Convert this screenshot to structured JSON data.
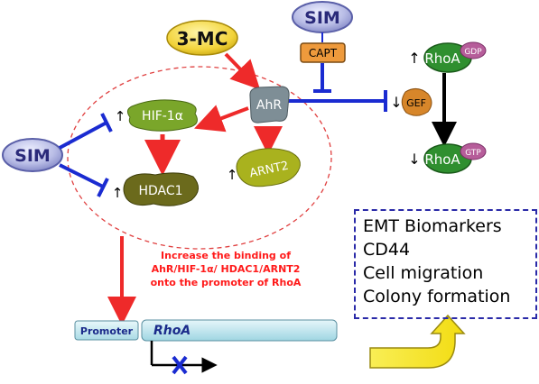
{
  "nodes": {
    "sim_top": "SIM",
    "sim_left": "SIM",
    "capt": "CAPT",
    "mc3": "3-MC",
    "ahr": "AhR",
    "hif1a": "HIF-1α",
    "hdac1": "HDAC1",
    "arnt2": "ARNT2",
    "gef": "GEF",
    "rhoa_top": "RhoA",
    "rhoa_top_sup": "GDP",
    "rhoa_bottom": "RhoA",
    "rhoa_bottom_sup": "GTP"
  },
  "note": {
    "line1": "Increase the binding of",
    "line2": "AhR/HIF-1α/ HDAC1/ARNT2",
    "line3": "onto the promoter of RhoA"
  },
  "gene": {
    "promoter": "Promoter",
    "name": "RhoA"
  },
  "outcomes": {
    "items": [
      "EMT Biomarkers",
      "CD44",
      "Cell migration",
      "Colony formation"
    ]
  },
  "arrows": {
    "up": "↑",
    "down": "↓"
  },
  "colors": {
    "sim_fill": "#b9bde6",
    "sim_text": "#2a2a7a",
    "mc3_fill": "#f2d33a",
    "capt_fill": "#ee9a3c",
    "ahr_fill": "#7e8e96",
    "hif_fill": "#7aa62a",
    "hdac_fill": "#6b6a1c",
    "arnt_fill": "#a9b21e",
    "rhoa_fill": "#2f8f2f",
    "gef_fill": "#d7862a",
    "inhibit_blue": "#1a2bd1",
    "activate_red": "#ee2a2a",
    "outcome_border": "#2a2aa8",
    "yellow_arrow": "#f6e51a"
  }
}
